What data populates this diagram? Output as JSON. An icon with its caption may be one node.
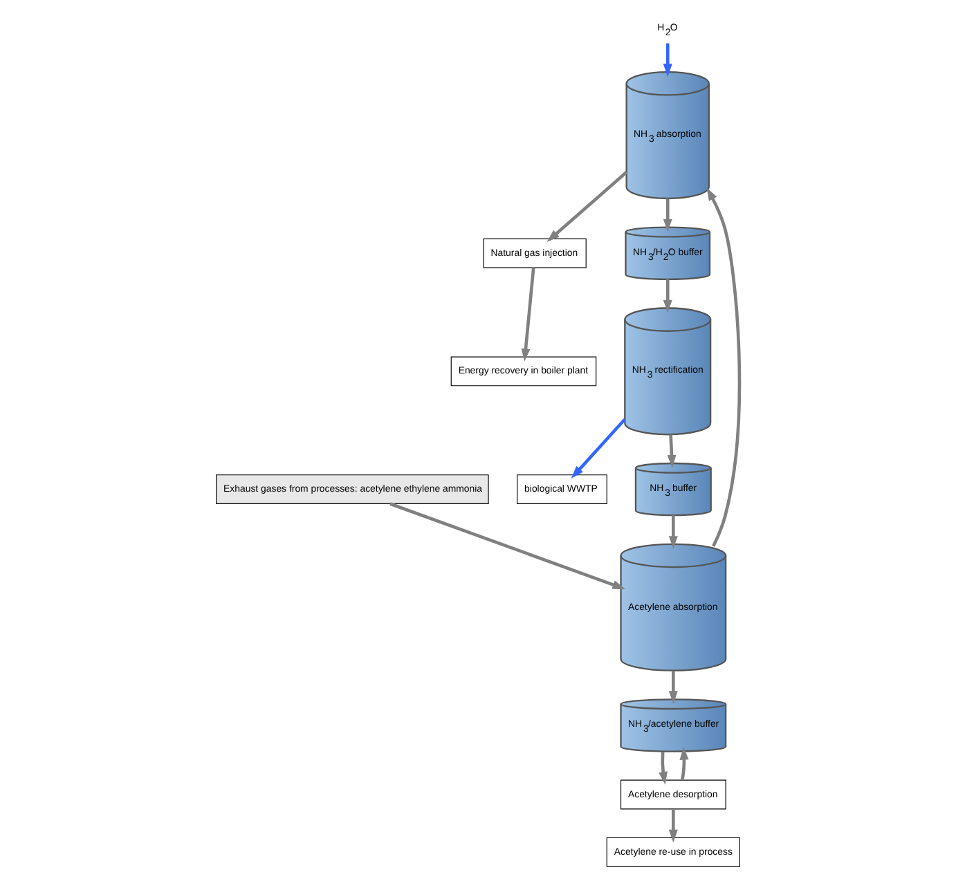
{
  "diagram": {
    "nodes": [
      {
        "text": [
          "Natural gas injection"
        ]
      },
      {
        "text": [
          "Energy recovery in boiler plant"
        ]
      },
      {
        "text": [
          "H$_{2}$O"
        ]
      },
      {
        "text": [
          "NH$_{3}$ absorption"
        ]
      },
      {
        "text": [
          "NH$_{3}$ rectification"
        ]
      },
      {
        "text": [
          "Acetylene absorption"
        ]
      },
      {
        "text": [
          "NH$_{3}$/H$_{2}$O buffer"
        ]
      },
      {
        "text": [
          "Acetylene re-use in process"
        ]
      },
      {
        "text": [
          "Exhaust gases from processes: acetylene ethylene ammonia"
        ]
      },
      {
        "text": [
          "biological WWTP"
        ]
      },
      {
        "text": [
          "NH$_{3}$ buffer"
        ]
      },
      {
        "text": [
          "Acetylene desorption"
        ]
      },
      {
        "text": [
          "NH$_{3}$/acetylene buffer"
        ]
      }
    ],
    "edges": [
      {
        "from": 3,
        "to": 0,
        "arrow": "to"
      },
      {
        "from": 0,
        "to": 1,
        "arrow": "to"
      },
      {
        "from": 2,
        "to": 3,
        "arrow": "to",
        "color": "#3366ff"
      },
      {
        "from": 5,
        "to": 3,
        "arrow": "to"
      },
      {
        "from": 3,
        "to": 6,
        "arrow": "to"
      },
      {
        "from": 6,
        "to": 4,
        "arrow": "to"
      },
      {
        "from": 4,
        "to": 10,
        "arrow": "to"
      },
      {
        "from": 4,
        "to": 9,
        "arrow": "to",
        "color": "#3366ff"
      },
      {
        "from": 10,
        "to": 5,
        "arrow": "to"
      },
      {
        "from": 8,
        "to": 5,
        "arrow": "to"
      },
      {
        "from": 5,
        "to": 12,
        "arrow": "to"
      },
      {
        "from": 12,
        "to": 11,
        "arrow": "to"
      },
      {
        "from": 11,
        "to": 12,
        "arrow": "to"
      },
      {
        "from": 11,
        "to": 7,
        "arrow": "to"
      }
    ]
  }
}
